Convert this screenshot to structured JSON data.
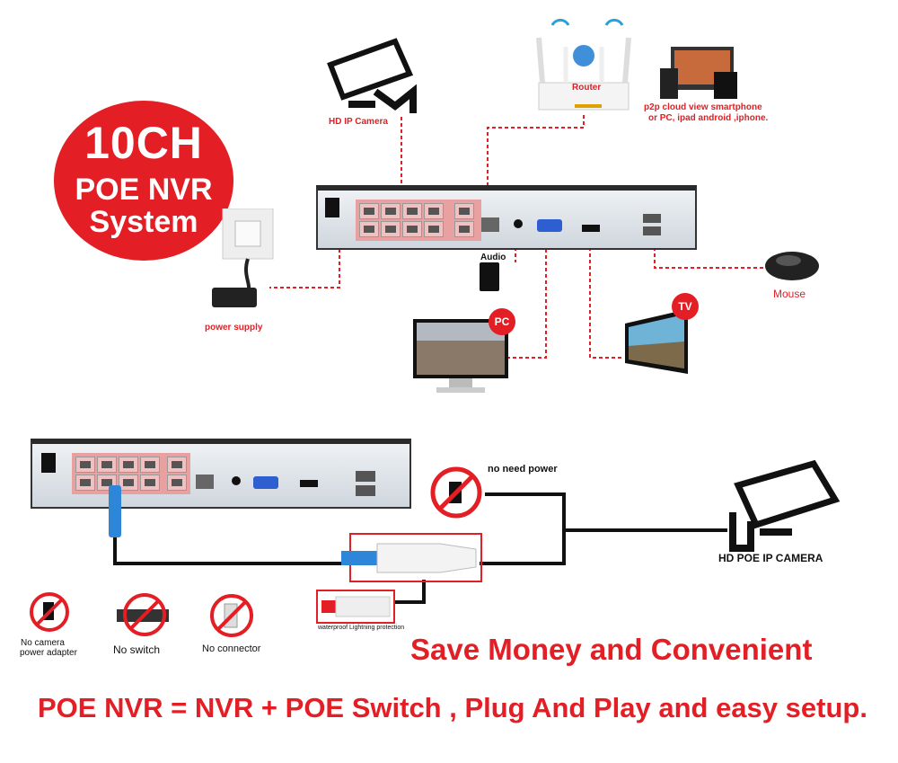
{
  "badge": {
    "line1": "10CH",
    "line2": "POE NVR",
    "line3": "System"
  },
  "labels": {
    "hd_ip_camera": "HD IP Camera",
    "router": "Router",
    "p2p_line1": "p2p cloud  view smartphone",
    "p2p_line2": "or PC, ipad android ,iphone.",
    "audio": "Audio",
    "power_supply": "power supply",
    "mouse": "Mouse",
    "pc": "PC",
    "tv": "TV",
    "no_need_power": "no need power",
    "hd_poe_ip_camera": "HD POE IP CAMERA",
    "waterproof": "waterproof Lightning protection",
    "no_camera_line1": "No camera",
    "no_camera_line2": "power adapter",
    "no_switch": "No switch",
    "no_connector": "No connector"
  },
  "headline": "Save Money and Convenient",
  "footer": "POE NVR = NVR + POE Switch , Plug And Play and easy setup.",
  "colors": {
    "accent": "#e31e24",
    "line": "#111111"
  }
}
